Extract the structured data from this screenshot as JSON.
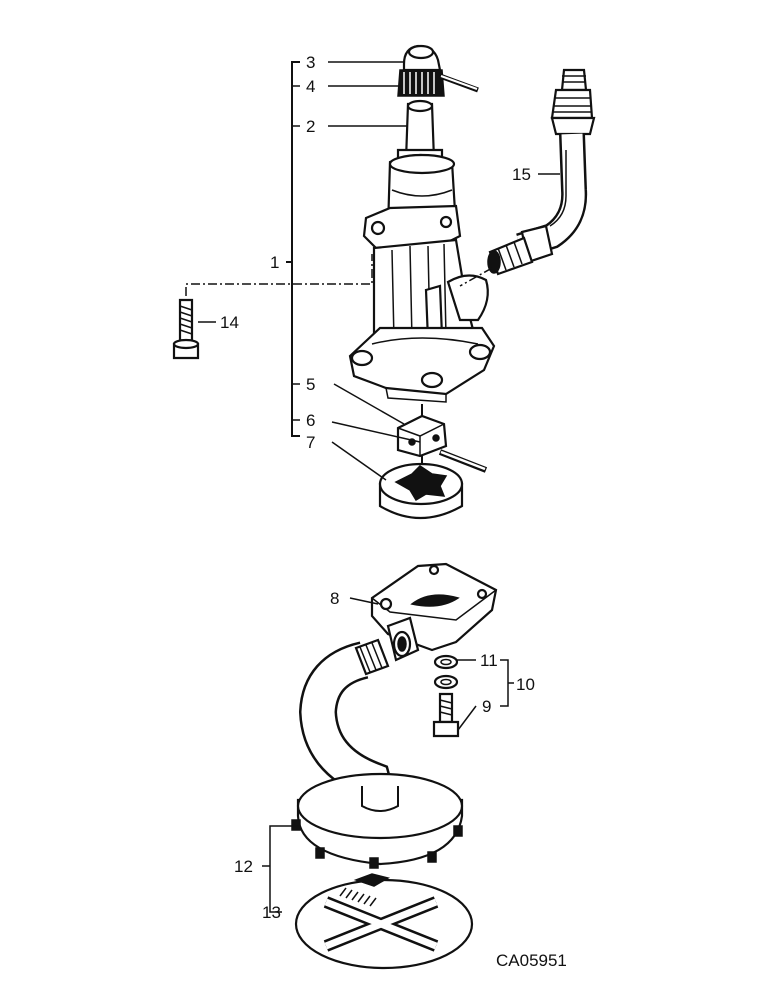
{
  "diagram": {
    "drawing_code": "CA05951",
    "callouts": {
      "c1": "1",
      "c2": "2",
      "c3": "3",
      "c4": "4",
      "c5": "5",
      "c6": "6",
      "c7": "7",
      "c8": "8",
      "c9": "9",
      "c10": "10",
      "c11": "11",
      "c12": "12",
      "c13": "13",
      "c14": "14",
      "c15": "15"
    }
  }
}
